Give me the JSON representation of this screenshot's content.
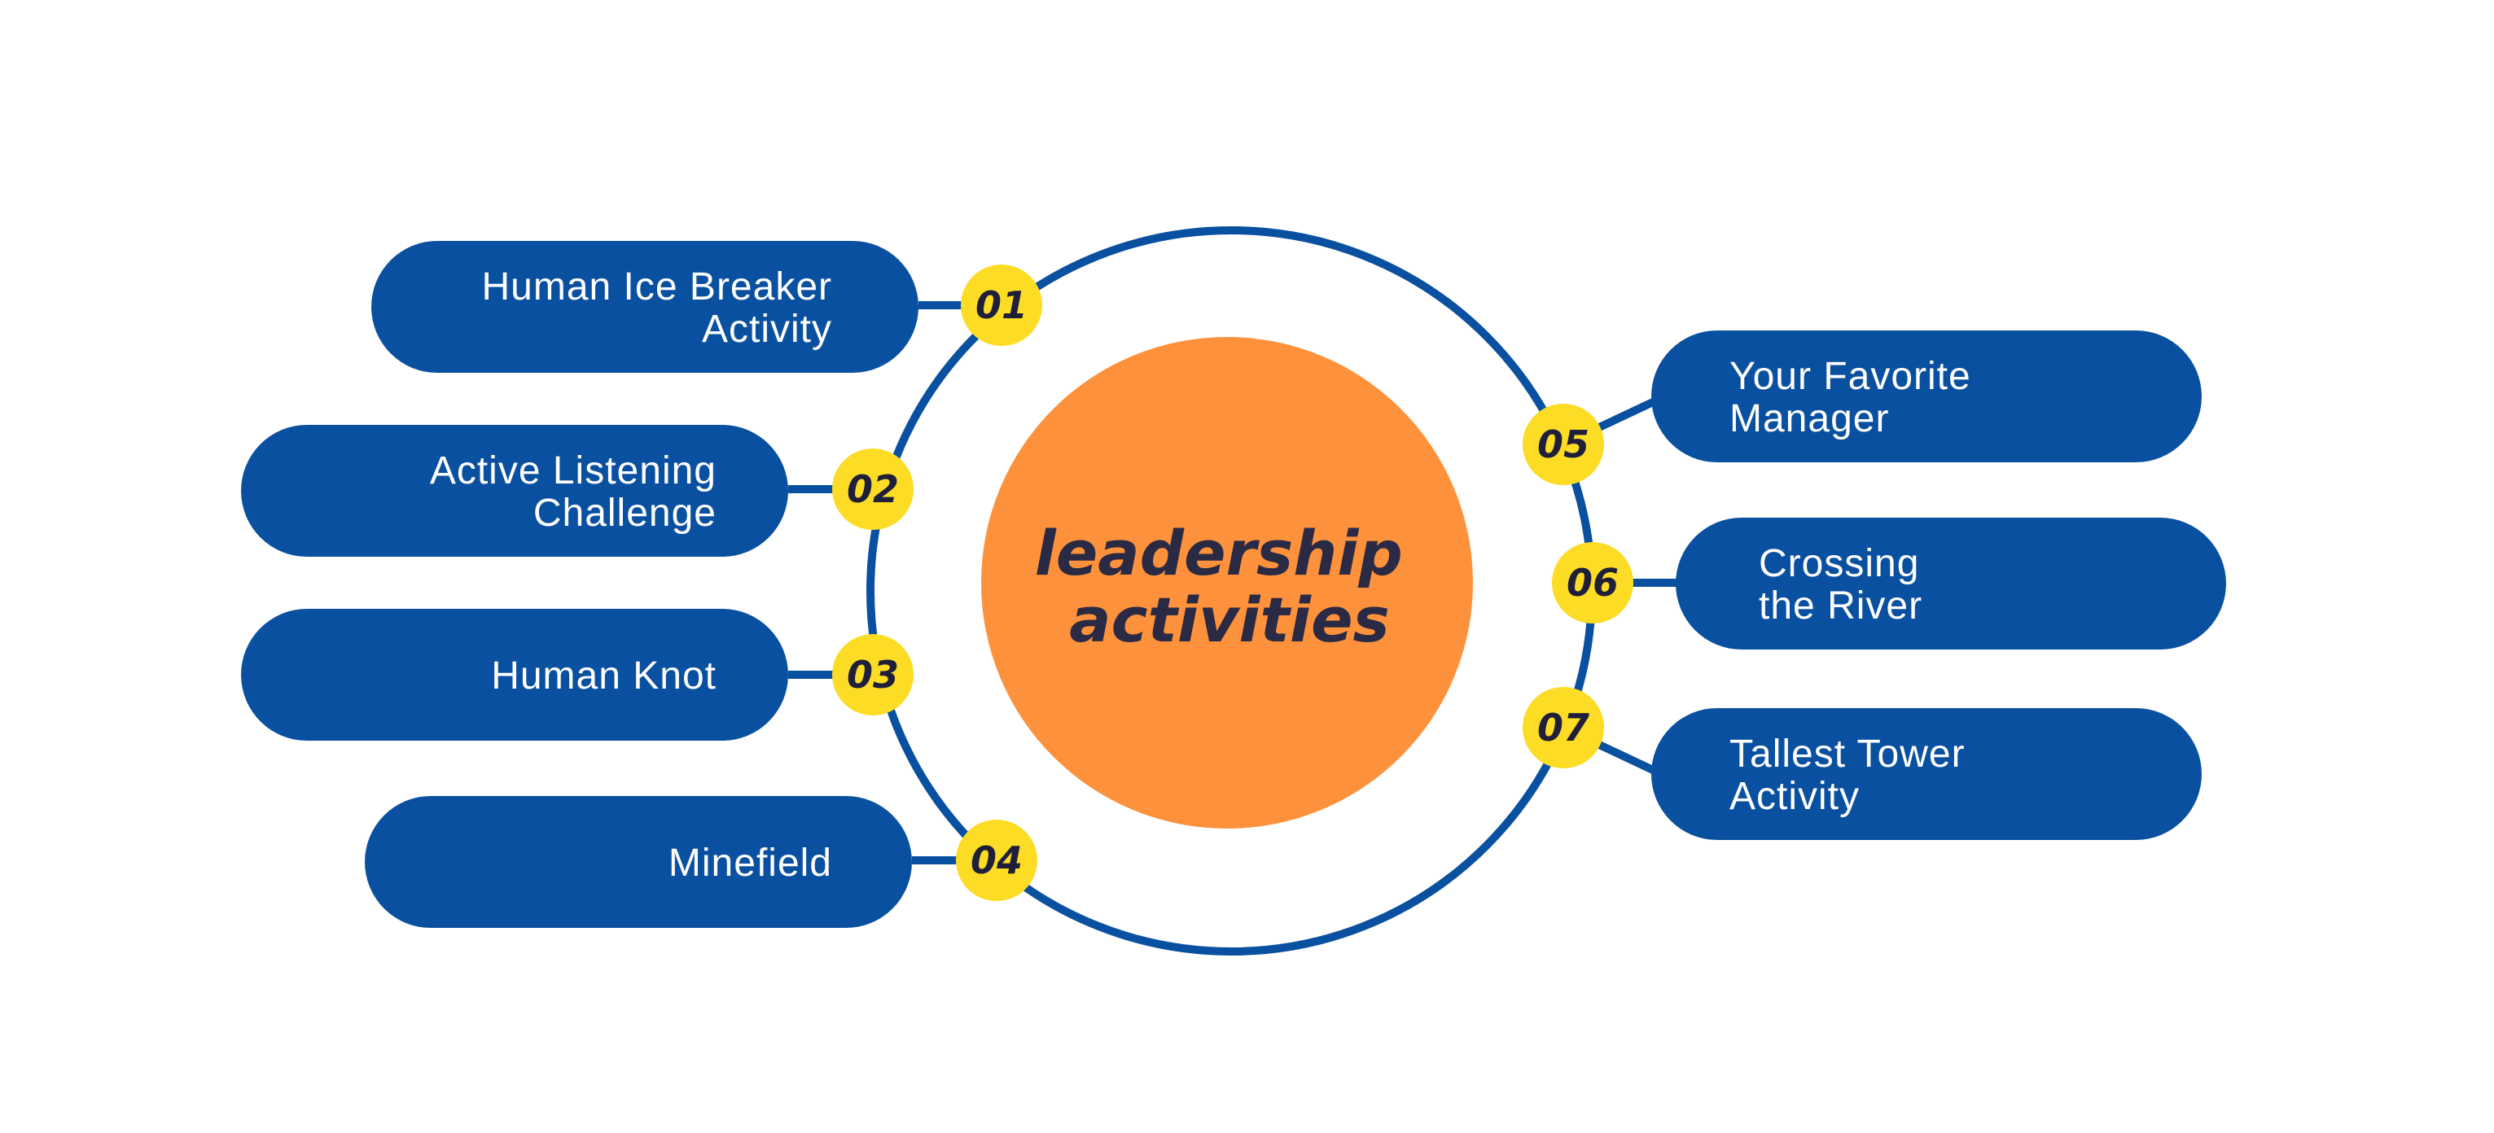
{
  "center": {
    "lines": [
      "leadership",
      "activities"
    ]
  },
  "colors": {
    "pill": "#0a50a0",
    "ring": "#0a50a0",
    "badge": "#fcdc24",
    "center_circle": "#fd913c",
    "center_text": "#2a2a44",
    "badge_text": "#1f1f3a"
  },
  "items": [
    {
      "number": "01",
      "lines": [
        "Human Ice Breaker",
        "Activity"
      ]
    },
    {
      "number": "02",
      "lines": [
        "Active Listening",
        "Challenge"
      ]
    },
    {
      "number": "03",
      "lines": [
        "Human Knot"
      ]
    },
    {
      "number": "04",
      "lines": [
        "Minefield"
      ]
    },
    {
      "number": "05",
      "lines": [
        "Your Favorite",
        "Manager"
      ]
    },
    {
      "number": "06",
      "lines": [
        "Crossing",
        "the River"
      ]
    },
    {
      "number": "07",
      "lines": [
        "Tallest Tower",
        "Activity"
      ]
    }
  ]
}
